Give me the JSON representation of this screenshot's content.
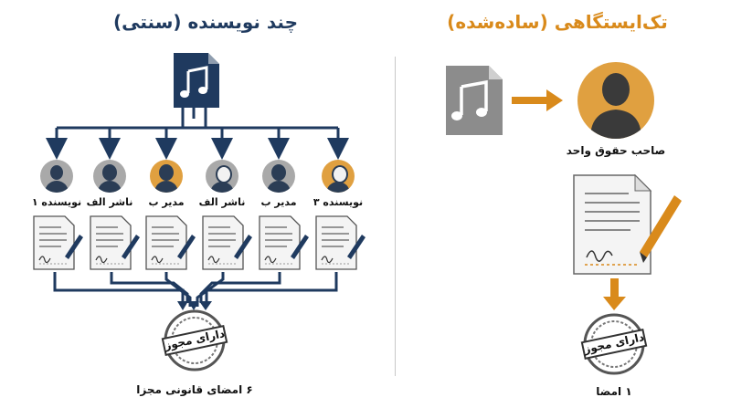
{
  "colors": {
    "navy": "#1f3a5f",
    "orange": "#d98a1b",
    "grey_avatar": "#a9a9a9",
    "orange_avatar": "#e0a040",
    "divider": "#bfbfbf",
    "doc_grey": "#8c8c8c"
  },
  "left_panel": {
    "title": "چند نویسنده (سنتی)",
    "source_icon": "music-file-icon",
    "contributors": [
      {
        "label": "نویسنده ۱",
        "avatar": "grey"
      },
      {
        "label": "ناشر الف",
        "avatar": "grey"
      },
      {
        "label": "مدیر ب",
        "avatar": "orange"
      },
      {
        "label": "ناشر الف",
        "avatar": "grey"
      },
      {
        "label": "مدیر ب",
        "avatar": "grey"
      },
      {
        "label": "نویسنده ۳",
        "avatar": "orange"
      }
    ],
    "stamp_label": "دارای مجوز",
    "caption": "۶ امضای قانونی مجزا"
  },
  "right_panel": {
    "title": "تک‌ایستگاهی (ساده‌شده)",
    "source_icon": "music-file-icon",
    "owner_label": "صاحب حقوق واحد",
    "stamp_label": "دارای مجوز",
    "caption": "۱ امضا"
  }
}
